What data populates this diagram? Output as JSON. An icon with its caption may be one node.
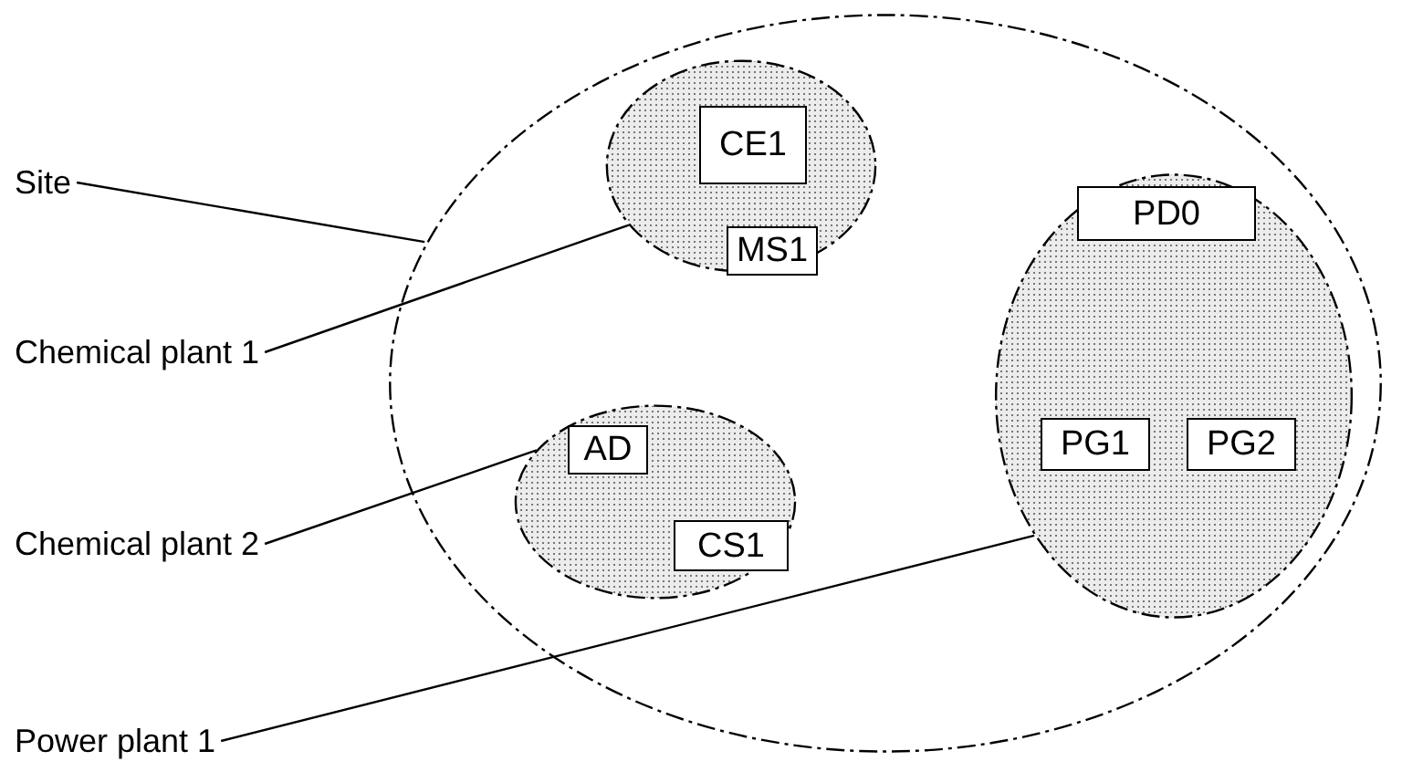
{
  "diagram": {
    "nodes": [
      {
        "text": [],
        "shape": "ellipse"
      },
      {
        "text": [],
        "shape": "ellipse",
        "in": 0
      },
      {
        "text": [
          "CE1"
        ],
        "in": 1
      },
      {
        "text": [
          "MS1"
        ],
        "in": 1
      },
      {
        "text": [],
        "shape": "ellipse",
        "in": 0
      },
      {
        "text": [
          "PD0"
        ],
        "in": 4
      },
      {
        "text": [
          "PG1"
        ],
        "in": 4
      },
      {
        "text": [
          "PG2"
        ],
        "in": 4
      },
      {
        "text": [],
        "shape": "ellipse",
        "in": 0
      },
      {
        "text": [
          "AD"
        ],
        "in": 8
      },
      {
        "text": [
          "CS1"
        ],
        "in": 8
      },
      {
        "text": [
          "Site"
        ]
      },
      {
        "text": [
          "Chemical plant 1"
        ]
      },
      {
        "text": [
          "Chemical plant 2"
        ]
      },
      {
        "text": [
          "Power plant 1"
        ]
      }
    ],
    "edges": [
      {
        "from": 11,
        "to": 0,
        "arrow": "none"
      },
      {
        "from": 12,
        "to": 1,
        "arrow": "none"
      },
      {
        "from": 13,
        "to": 8,
        "arrow": "none"
      },
      {
        "from": 14,
        "to": 4,
        "arrow": "none"
      }
    ]
  }
}
